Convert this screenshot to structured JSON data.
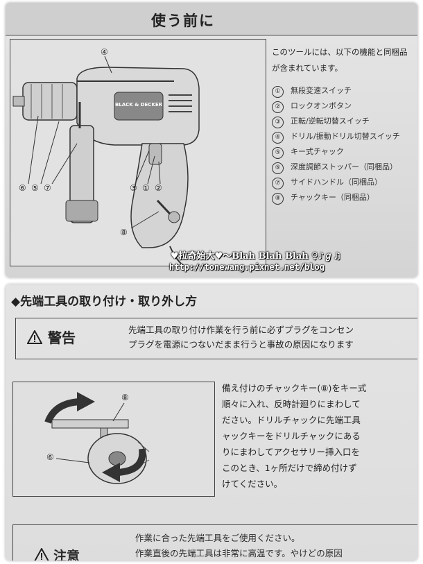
{
  "top_page": {
    "header_title": "使う前に",
    "intro_text": "このツールには、以下の機能と同梱品が含まれています。",
    "features": [
      {
        "num": "①",
        "label": "無段変速スイッチ"
      },
      {
        "num": "②",
        "label": "ロックオンボタン"
      },
      {
        "num": "③",
        "label": "正転/逆転切替スイッチ"
      },
      {
        "num": "④",
        "label": "ドリル/振動ドリル切替スイッチ"
      },
      {
        "num": "⑤",
        "label": "キー式チャック"
      },
      {
        "num": "⑥",
        "label": "深度調節ストッパー（同梱品）"
      },
      {
        "num": "⑦",
        "label": "サイドハンドル（同梱品）"
      },
      {
        "num": "⑧",
        "label": "チャックキー（同梱品）"
      }
    ],
    "figure_callouts": {
      "c4": "④",
      "c6": "⑥",
      "c5": "⑤",
      "c7": "⑦",
      "c3": "③",
      "c1": "①",
      "c2": "②",
      "c8": "⑧"
    },
    "brand_logo": "BLACK & DECKER"
  },
  "watermark": {
    "line1": "♥拉奇始大♥～Blah Blah Blah ♀♪ℊ♫",
    "line2": "http://tonewang.pixnet.net/blog"
  },
  "bottom_page": {
    "section_title": "◆先端工具の取り付け・取り外し方",
    "warning_label": "警告",
    "warning_lines": [
      "先端工具の取り付け作業を行う前に必ずプラグをコンセン",
      "プラグを電源につないだまま行うと事故の原因になります"
    ],
    "figure_callouts": {
      "c8": "⑧",
      "c6": "⑥"
    },
    "body_lines": [
      "備え付けのチャックキー(⑧)をキー式",
      "順々に入れ、反時計廻りにまわして",
      "ださい。ドリルチャックに先端工具",
      "ャックキーをドリルチャックにある",
      "りにまわしてアクセサリー挿入口を",
      "このとき、1ヶ所だけで締め付けず",
      "けてください。"
    ],
    "caution_label": "注意",
    "caution_lines": [
      "作業に合った先端工具をご使用ください。",
      "作業直後の先端工具は非常に高温です。やけどの原因"
    ]
  },
  "colors": {
    "paper": "#e2e2e2",
    "ink": "#222222",
    "frame": "#ffffff",
    "accent_arrow": "#333333"
  }
}
